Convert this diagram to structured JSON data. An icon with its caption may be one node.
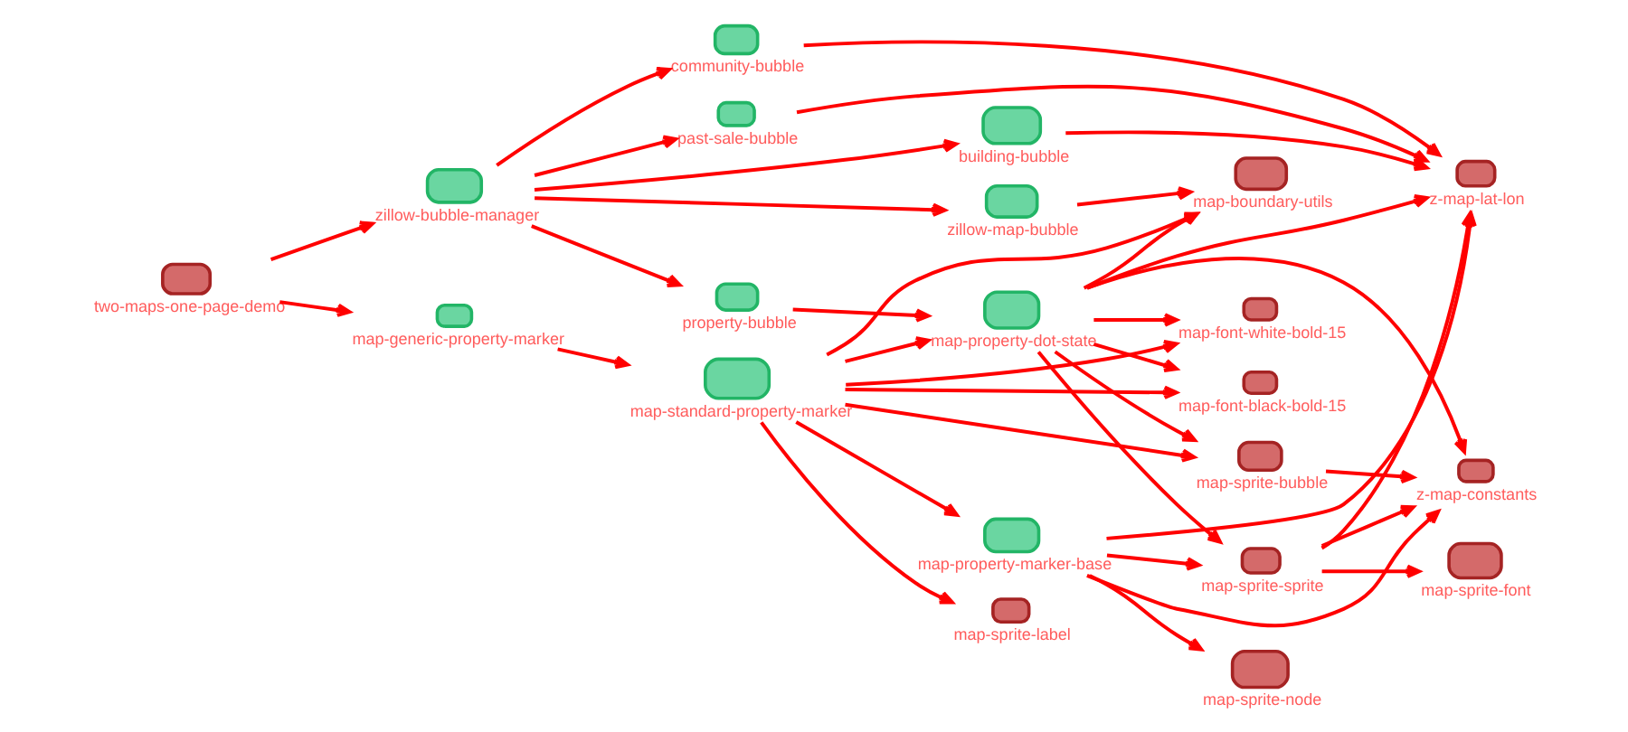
{
  "diagram": {
    "nodes": [
      {
        "text": [
          "two-maps-one-page-demo"
        ]
      },
      {
        "text": [
          "zillow-bubble-manager"
        ]
      },
      {
        "text": [
          "map-generic-property-marker"
        ]
      },
      {
        "text": [
          "zillow-map-bubble"
        ]
      },
      {
        "text": [
          "building-bubble"
        ]
      },
      {
        "text": [
          "community-bubble"
        ]
      },
      {
        "text": [
          "past-sale-bubble"
        ]
      },
      {
        "text": [
          "property-bubble"
        ]
      },
      {
        "text": [
          "map-standard-property-marker"
        ]
      },
      {
        "text": [
          "map-property-marker-base"
        ]
      },
      {
        "text": [
          "map-property-dot-state"
        ]
      },
      {
        "text": [
          "map-font-white-bold-15"
        ]
      },
      {
        "text": [
          "map-font-black-bold-15"
        ]
      },
      {
        "text": [
          "map-sprite-sprite"
        ]
      },
      {
        "text": [
          "map-sprite-bubble"
        ]
      },
      {
        "text": [
          "map-sprite-label"
        ]
      },
      {
        "text": [
          "map-sprite-font"
        ]
      },
      {
        "text": [
          "z-map-lat-lon"
        ]
      },
      {
        "text": [
          "map-sprite-node"
        ]
      },
      {
        "text": [
          "z-map-constants"
        ]
      },
      {
        "text": [
          "map-boundary-utils"
        ]
      }
    ],
    "edges": [
      {
        "from": 0,
        "to": 1,
        "arrow": "to"
      },
      {
        "from": 0,
        "to": 2,
        "arrow": "to"
      },
      {
        "from": 1,
        "to": 3,
        "arrow": "to"
      },
      {
        "from": 1,
        "to": 4,
        "arrow": "to"
      },
      {
        "from": 1,
        "to": 5,
        "arrow": "to"
      },
      {
        "from": 1,
        "to": 6,
        "arrow": "to"
      },
      {
        "from": 1,
        "to": 7,
        "arrow": "to"
      },
      {
        "from": 2,
        "to": 8,
        "arrow": "to"
      },
      {
        "from": 3,
        "to": 20,
        "arrow": "to"
      },
      {
        "from": 4,
        "to": 17,
        "arrow": "to"
      },
      {
        "from": 5,
        "to": 17,
        "arrow": "to"
      },
      {
        "from": 6,
        "to": 17,
        "arrow": "to"
      },
      {
        "from": 7,
        "to": 10,
        "arrow": "to"
      },
      {
        "from": 8,
        "to": 10,
        "arrow": "to"
      },
      {
        "from": 8,
        "to": 9,
        "arrow": "to"
      },
      {
        "from": 8,
        "to": 11,
        "arrow": "to"
      },
      {
        "from": 8,
        "to": 12,
        "arrow": "to"
      },
      {
        "from": 8,
        "to": 14,
        "arrow": "to"
      },
      {
        "from": 8,
        "to": 15,
        "arrow": "to"
      },
      {
        "from": 8,
        "to": 20,
        "arrow": "to"
      },
      {
        "from": 9,
        "to": 13,
        "arrow": "to"
      },
      {
        "from": 9,
        "to": 17,
        "arrow": "to"
      },
      {
        "from": 9,
        "to": 18,
        "arrow": "to"
      },
      {
        "from": 9,
        "to": 19,
        "arrow": "to"
      },
      {
        "from": 10,
        "to": 11,
        "arrow": "to"
      },
      {
        "from": 10,
        "to": 12,
        "arrow": "to"
      },
      {
        "from": 10,
        "to": 13,
        "arrow": "to"
      },
      {
        "from": 10,
        "to": 14,
        "arrow": "to"
      },
      {
        "from": 10,
        "to": 17,
        "arrow": "to"
      },
      {
        "from": 10,
        "to": 19,
        "arrow": "to"
      },
      {
        "from": 10,
        "to": 20,
        "arrow": "to"
      },
      {
        "from": 13,
        "to": 16,
        "arrow": "to"
      },
      {
        "from": 13,
        "to": 17,
        "arrow": "to"
      },
      {
        "from": 13,
        "to": 19,
        "arrow": "to"
      },
      {
        "from": 14,
        "to": 19,
        "arrow": "to"
      }
    ]
  }
}
